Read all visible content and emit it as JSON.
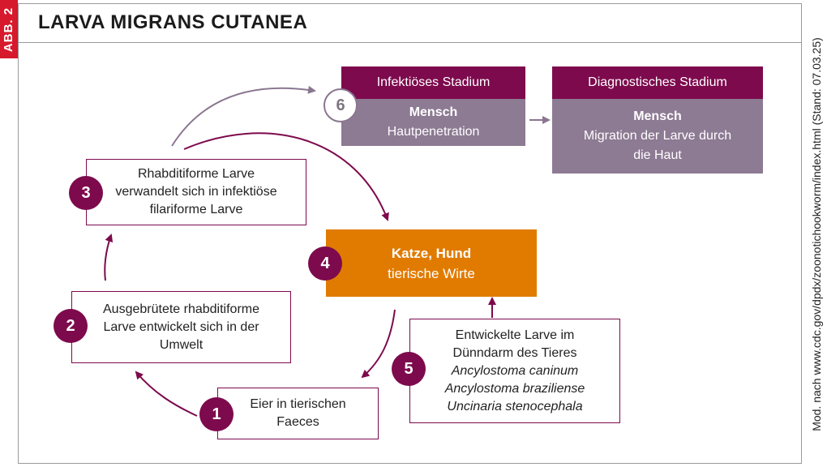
{
  "figure_tag": "ABB. 2",
  "title": "LARVA MIGRANS CUTANEA",
  "source_note": "Mod. nach www.cdc.gov/dpdx/zoonotichookworm/index.html (Stand: 07.03.25)",
  "stages": {
    "infective": {
      "number": "6",
      "header": "Infektiöses Stadium",
      "title": "Mensch",
      "desc": "Hautpenetration"
    },
    "diagnostic": {
      "header": "Diagnostisches Stadium",
      "title": "Mensch",
      "desc_line1": "Migration der Larve durch",
      "desc_line2": "die Haut"
    }
  },
  "host": {
    "number": "4",
    "title": "Katze, Hund",
    "desc": "tierische Wirte"
  },
  "steps": [
    {
      "number": "1",
      "line1": "Eier in tierischen",
      "line2": "Faeces"
    },
    {
      "number": "2",
      "line1": "Ausgebrütete rhabditiforme",
      "line2": "Larve entwickelt sich in der",
      "line3": "Umwelt"
    },
    {
      "number": "3",
      "line1": "Rhabditiforme Larve",
      "line2": "verwandelt sich in infektiöse",
      "line3": "filariforme Larve"
    },
    {
      "number": "5",
      "line1": "Entwickelte Larve im",
      "line2": "Dünndarm des Tieres",
      "species1": "Ancylostoma caninum",
      "species2": "Ancylostoma braziliense",
      "species3": "Uncinaria stenocephala"
    }
  ],
  "colors": {
    "accent": "#7d0a4d",
    "stage_body": "#8d7a93",
    "host": "#e17b00",
    "tag": "#d7192d",
    "arrow_light": "#8a7690"
  }
}
